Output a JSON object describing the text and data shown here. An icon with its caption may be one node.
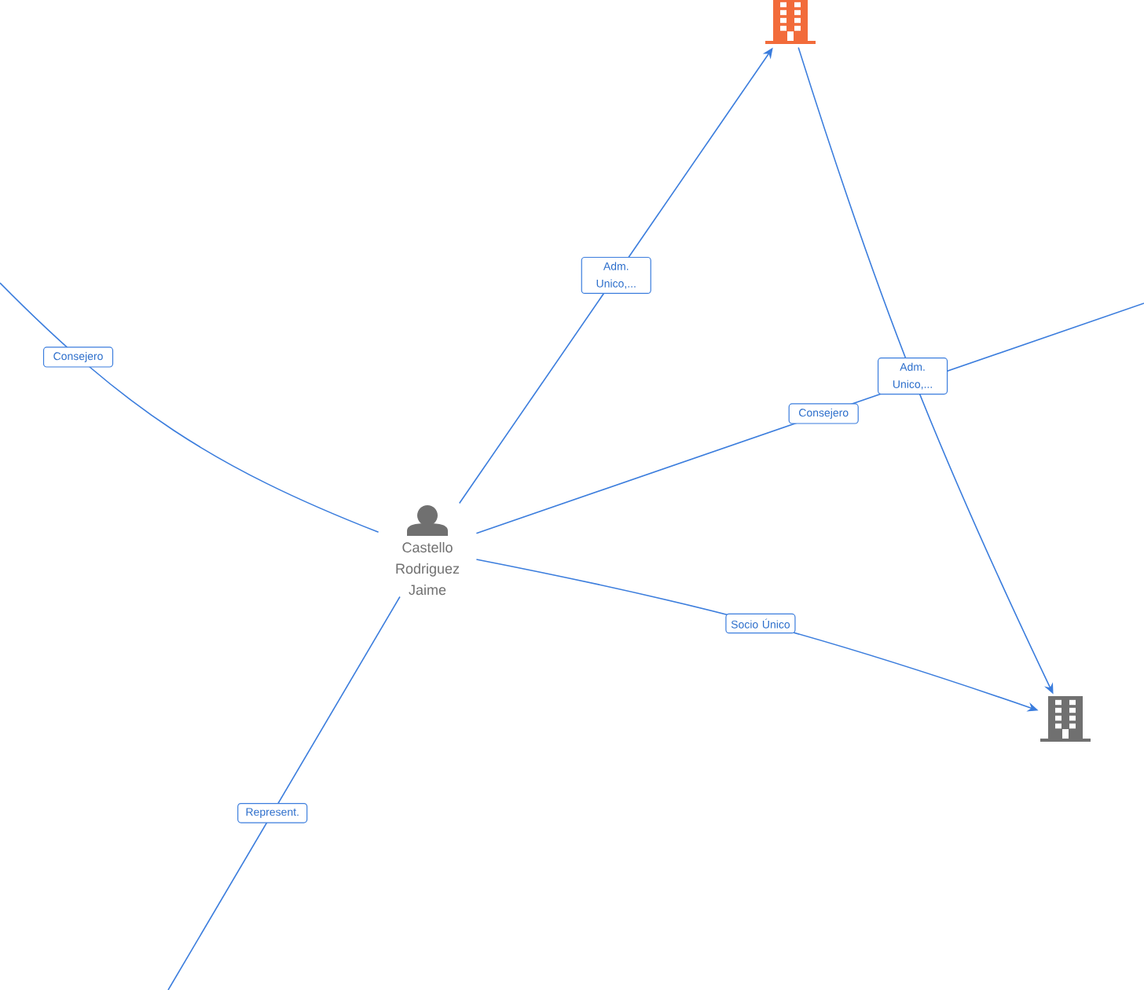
{
  "diagram": {
    "nodes": [
      {
        "text": [
          "Castello Rodriguez Jaime"
        ]
      },
      {
        "text": [],
        "shape": "building"
      },
      {
        "text": [],
        "shape": "building"
      }
    ],
    "edges": [
      {
        "from": 0,
        "to": null,
        "arrow": "none",
        "label": "Consejero"
      },
      {
        "from": 0,
        "to": 1,
        "arrow": "to",
        "label": "Adm. Unico,..."
      },
      {
        "from": 1,
        "to": 2,
        "arrow": "to",
        "label": "Adm. Unico,..."
      },
      {
        "from": 0,
        "to": null,
        "arrow": "none",
        "label": "Consejero"
      },
      {
        "from": 0,
        "to": 2,
        "arrow": "to",
        "label": "Socio Único"
      },
      {
        "from": 0,
        "to": null,
        "arrow": "none",
        "label": "Represent."
      }
    ]
  }
}
